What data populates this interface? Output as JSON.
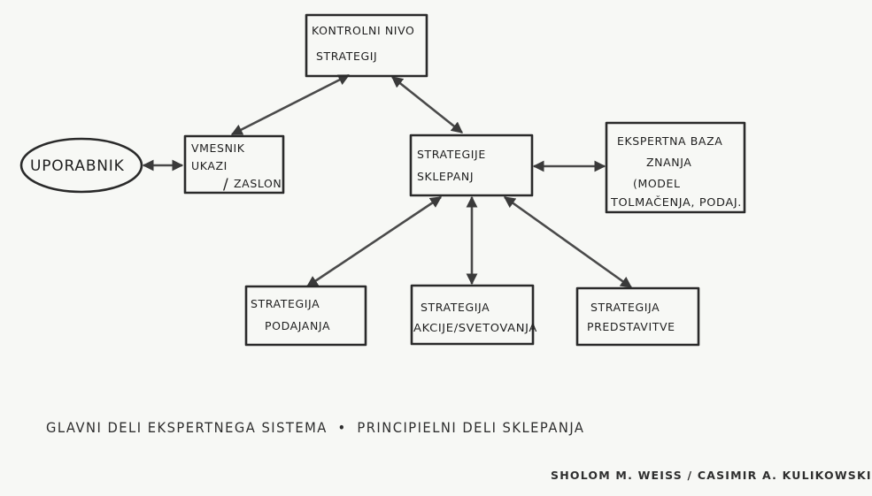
{
  "diagram": {
    "nodes": {
      "control_level": {
        "lines": [
          "KONTROLNI NIVO",
          "STRATEGIJ"
        ]
      },
      "user": {
        "lines": [
          "UPORABNIK"
        ]
      },
      "interface": {
        "lines": [
          "VMESNIK",
          "UKAZI",
          "ZASLON"
        ],
        "slash": "/"
      },
      "reasoning": {
        "lines": [
          "STRATEGIJE",
          "SKLEPANJ"
        ]
      },
      "knowledge_base": {
        "lines": [
          "EKSPERTNA BAZA",
          "ZNANJA",
          "(MODEL",
          "TOLMAČENJA, PODAJ."
        ]
      },
      "data_strategy": {
        "lines": [
          "STRATEGIJA",
          "PODAJANJA"
        ]
      },
      "action_strategy": {
        "lines": [
          "STRATEGIJA",
          "AKCIJE/SVETOVANJA"
        ]
      },
      "representation_strategy": {
        "lines": [
          "STRATEGIJA",
          "PREDSTAVITVE"
        ]
      }
    },
    "edges": [
      {
        "from": "interface",
        "to": "control_level",
        "arrows": "both"
      },
      {
        "from": "control_level",
        "to": "reasoning",
        "arrows": "both"
      },
      {
        "from": "user",
        "to": "interface",
        "arrows": "both"
      },
      {
        "from": "reasoning",
        "to": "knowledge_base",
        "arrows": "both"
      },
      {
        "from": "reasoning",
        "to": "data_strategy",
        "arrows": "both"
      },
      {
        "from": "reasoning",
        "to": "action_strategy",
        "arrows": "both"
      },
      {
        "from": "reasoning",
        "to": "representation_strategy",
        "arrows": "both"
      }
    ],
    "colors": {
      "stroke": "#2a2a2a",
      "connector": "#4a4a4a",
      "background": "#f7f8f5"
    }
  },
  "caption": {
    "left": "GLAVNI DELI EKSPERTNEGA SISTEMA",
    "separator": "•",
    "right": "PRINCIPIELNI DELI SKLEPANJA"
  },
  "authors": "SHOLOM M. WEISS / CASIMIR A. KULIKOWSKI"
}
